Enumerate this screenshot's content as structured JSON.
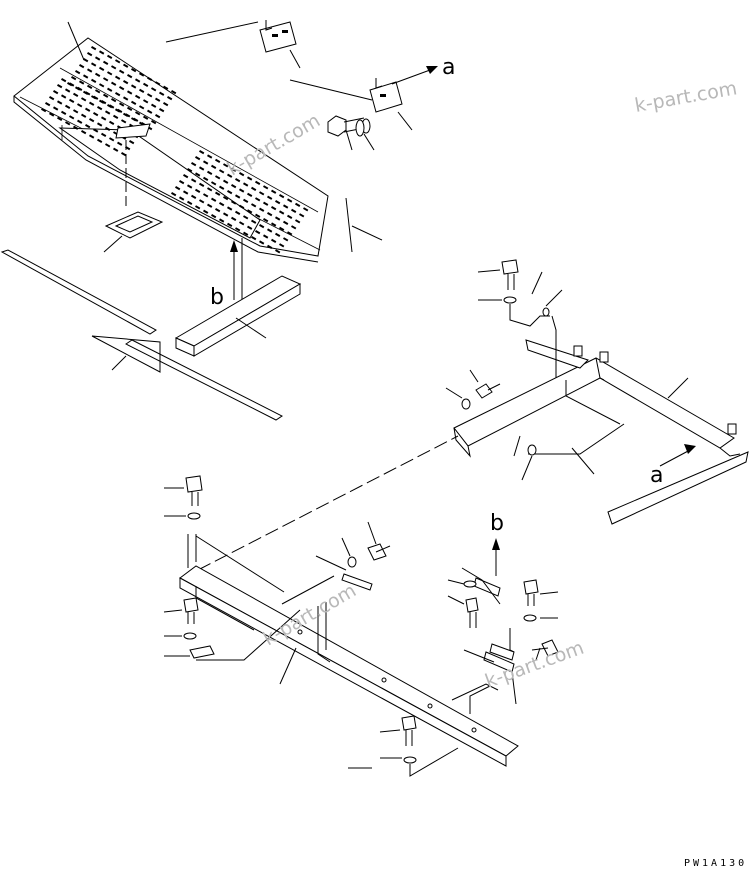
{
  "view_labels": {
    "a": "a",
    "b": "b"
  },
  "watermark": "k-part.com",
  "drawing_code": "PW1A130"
}
